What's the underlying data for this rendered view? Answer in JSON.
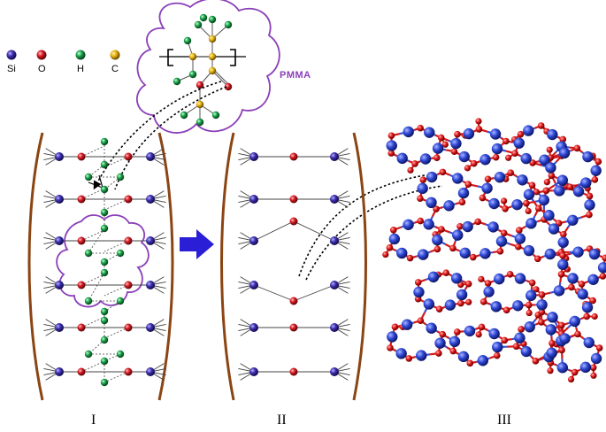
{
  "legend": {
    "items": [
      {
        "label": "Si",
        "color": "#3d2fb0"
      },
      {
        "label": "O",
        "color": "#d81a22"
      },
      {
        "label": "H",
        "color": "#1aa34a"
      },
      {
        "label": "C",
        "color": "#e8b40f"
      }
    ]
  },
  "molecule_label": "PMMA",
  "panels": [
    {
      "label": "I"
    },
    {
      "label": "II"
    },
    {
      "label": "III"
    }
  ],
  "colors": {
    "si": "#3d2fb0",
    "o": "#d81a22",
    "h": "#1aa34a",
    "c": "#e8b40f",
    "bracket": "#8b4513",
    "cloud": "#8a3fb8",
    "arrow": "#2a1fd6"
  }
}
